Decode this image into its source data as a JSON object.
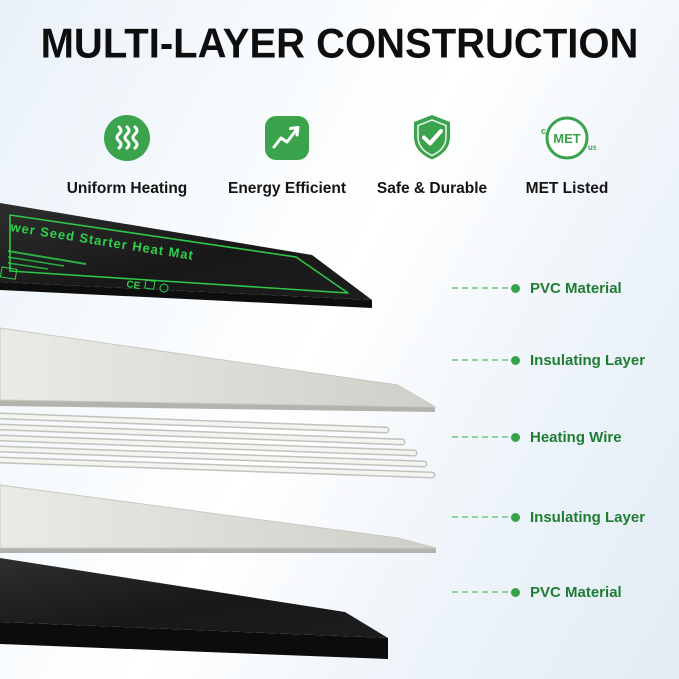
{
  "title": "MULTI-LAYER CONSTRUCTION",
  "features": [
    {
      "name": "uniform-heating",
      "label": "Uniform Heating"
    },
    {
      "name": "energy-efficient",
      "label": "Energy Efficient"
    },
    {
      "name": "safe-durable",
      "label": "Safe & Durable"
    },
    {
      "name": "met-listed",
      "label": "MET Listed"
    }
  ],
  "met": {
    "text": "MET",
    "c": "c",
    "us": "us"
  },
  "mat": {
    "print_title": "wer Seed Starter Heat  Mat",
    "ce_text": "CE"
  },
  "layers": [
    {
      "label": "PVC Material"
    },
    {
      "label": "Insulating Layer"
    },
    {
      "label": "Heating Wire"
    },
    {
      "label": "Insulating Layer"
    },
    {
      "label": "PVC Material"
    }
  ],
  "colors": {
    "accent_green": "#3aa34c",
    "label_green": "#1f7d33",
    "leader_green": "#8fd19d",
    "mat_print_green": "#2fd14b"
  }
}
